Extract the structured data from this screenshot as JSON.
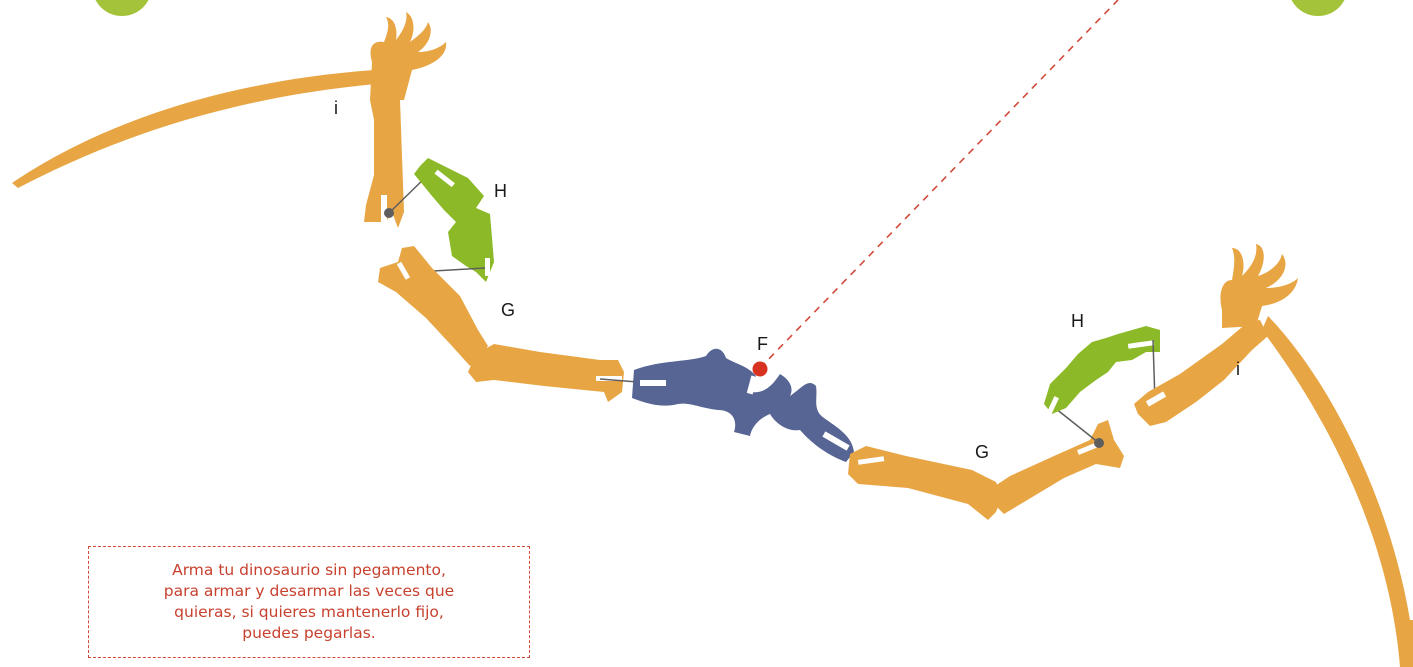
{
  "labels": {
    "F": "F",
    "G_left": "G",
    "G_right": "G",
    "H_left": "H",
    "H_right": "H",
    "i_left": "i",
    "i_right": "i"
  },
  "note": {
    "text": "Arma tu dinosaurio sin pegamento, para armar y desarmar las veces que quieras, si quieres mantenerlo fijo, puedes pegarlas."
  },
  "colors": {
    "bone_orange": "#e8a544",
    "bone_green": "#8cb927",
    "bone_blue": "#566594",
    "slot": "#ffffff",
    "connector": "#5e5e5e",
    "marker_red": "#d6321f",
    "guide_red": "#d14a3a",
    "note_text": "#c8412f",
    "corner_green": "#a3c43a"
  }
}
